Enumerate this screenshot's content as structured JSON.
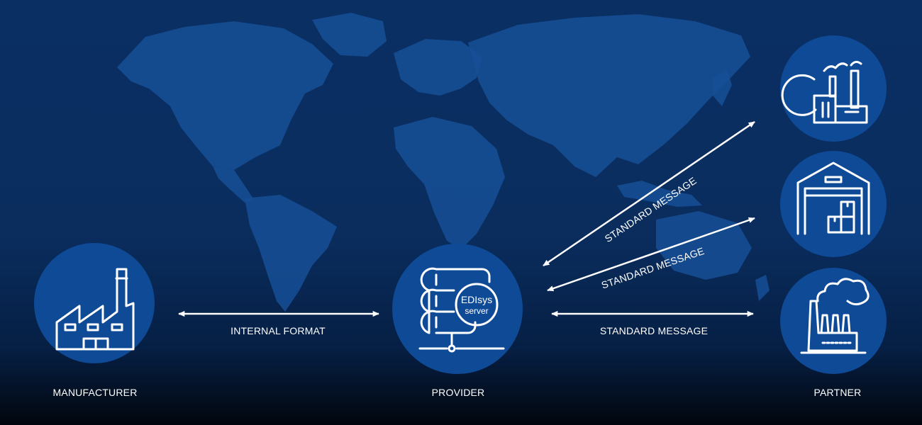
{
  "colors": {
    "background_top": "#0a2f63",
    "background_bottom": "#02060d",
    "map": "#164f96",
    "node_fill": "#0f4a97",
    "line": "#ffffff"
  },
  "nodes": {
    "manufacturer": {
      "label": "MANUFACTURER",
      "icon": "factory-icon"
    },
    "provider": {
      "label": "PROVIDER",
      "icon": "server-stack-icon",
      "badge_line1": "EDIsys",
      "badge_line2": "server"
    },
    "partner": {
      "label": "PARTNER",
      "icons": [
        "industrial-plant-icon",
        "warehouse-icon",
        "power-plant-icon"
      ]
    }
  },
  "connections": {
    "internal": "INTERNAL FORMAT",
    "standard_top": "STANDARD MESSAGE",
    "standard_middle": "STANDARD MESSAGE",
    "standard_bottom": "STANDARD MESSAGE"
  }
}
